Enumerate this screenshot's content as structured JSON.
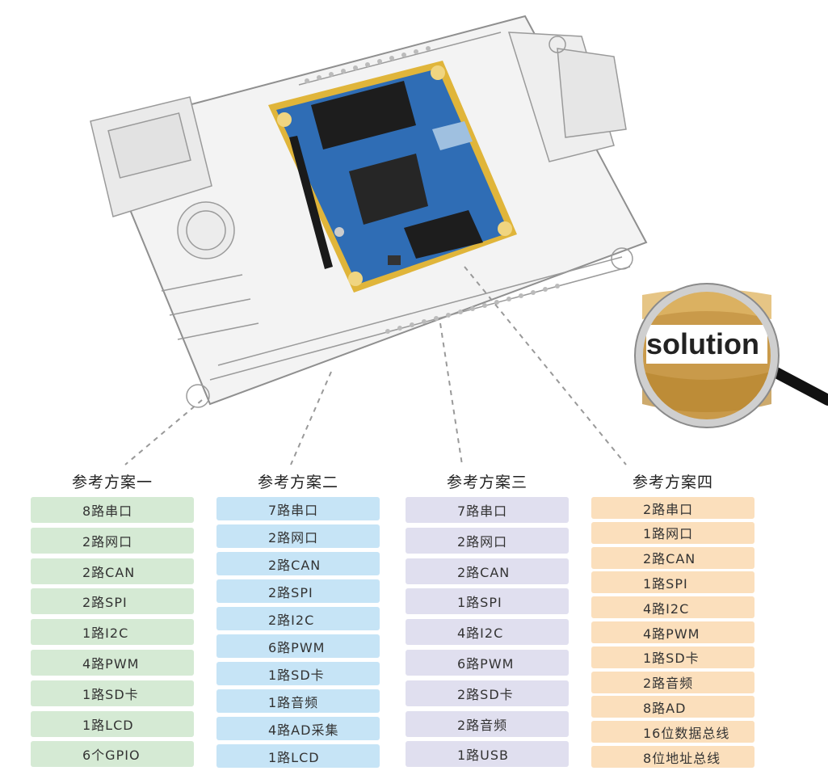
{
  "lens": {
    "label": "solution"
  },
  "columns": [
    {
      "title": "参考方案一",
      "items": [
        "8路串口",
        "2路网口",
        "2路CAN",
        "2路SPI",
        "1路I2C",
        "4路PWM",
        "1路SD卡",
        "1路LCD",
        "6个GPIO"
      ]
    },
    {
      "title": "参考方案二",
      "items": [
        "7路串口",
        "2路网口",
        "2路CAN",
        "2路SPI",
        "2路I2C",
        "6路PWM",
        "1路SD卡",
        "1路音频",
        "4路AD采集",
        "1路LCD"
      ]
    },
    {
      "title": "参考方案三",
      "items": [
        "7路串口",
        "2路网口",
        "2路CAN",
        "1路SPI",
        "4路I2C",
        "6路PWM",
        "2路SD卡",
        "2路音频",
        "1路USB"
      ]
    },
    {
      "title": "参考方案四",
      "items": [
        "2路串口",
        "1路网口",
        "2路CAN",
        "1路SPI",
        "4路I2C",
        "4路PWM",
        "1路SD卡",
        "2路音频",
        "8路AD",
        "16位数据总线",
        "8位地址总线"
      ]
    }
  ],
  "colors": {
    "scheme1": "#d5ead4",
    "scheme2": "#c6e4f6",
    "scheme3": "#e0dfef",
    "scheme4": "#fbdfbc",
    "pcb": "#2f6db5",
    "gold": "#e0b53a"
  }
}
